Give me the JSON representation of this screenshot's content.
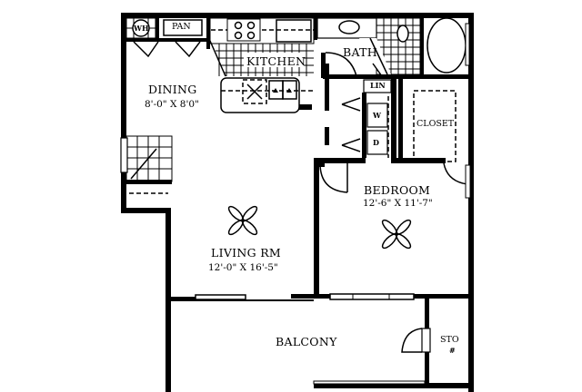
{
  "floor_plan": {
    "rooms": [
      {
        "id": "dining",
        "name": "DINING",
        "dimensions": "8'-0\" X 8'0\""
      },
      {
        "id": "kitchen",
        "name": "KITCHEN"
      },
      {
        "id": "bath",
        "name": "BATH"
      },
      {
        "id": "living",
        "name": "LIVING RM",
        "dimensions": "12'-0\" X 16'-5\""
      },
      {
        "id": "bedroom",
        "name": "BEDROOM",
        "dimensions": "12'-6\" X 11'-7\""
      },
      {
        "id": "balcony",
        "name": "BALCONY"
      },
      {
        "id": "storage",
        "name": "STO",
        "mark": "#"
      }
    ],
    "fixtures": {
      "water_heater": "WH",
      "pantry": "PAN",
      "linen": "LIN",
      "closet": "CLOSET",
      "washer": "W",
      "dryer": "D"
    },
    "icons": [
      "ceiling-fan-living",
      "ceiling-fan-bedroom",
      "stove",
      "sink",
      "toilet",
      "bathtub",
      "vanity-sink",
      "dishwasher"
    ]
  }
}
